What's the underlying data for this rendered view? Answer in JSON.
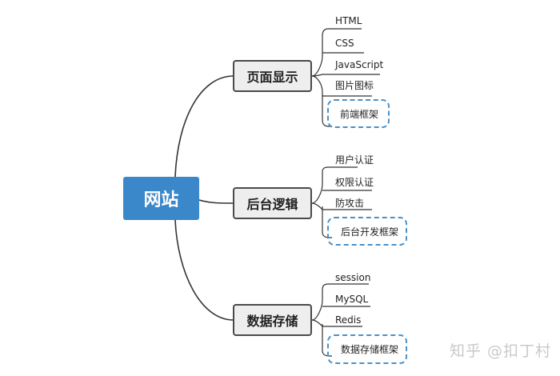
{
  "root": {
    "label": "网站"
  },
  "branches": [
    {
      "label": "页面显示",
      "leaves": [
        "HTML",
        "CSS",
        "JavaScript",
        "图片图标",
        "前端框架"
      ],
      "highlighted_leaf": "前端框架"
    },
    {
      "label": "后台逻辑",
      "leaves": [
        "用户认证",
        "权限认证",
        "防攻击",
        "后台开发框架"
      ],
      "highlighted_leaf": "后台开发框架"
    },
    {
      "label": "数据存储",
      "leaves": [
        "session",
        "MySQL",
        "Redis",
        "数据存储框架"
      ],
      "highlighted_leaf": "数据存储框架"
    }
  ],
  "watermark": "知乎 @扣丁村",
  "colors": {
    "root_fill": "#3a87c9",
    "branch_fill": "#eeeeee",
    "line": "#333333",
    "dashed": "#4a90c9"
  }
}
